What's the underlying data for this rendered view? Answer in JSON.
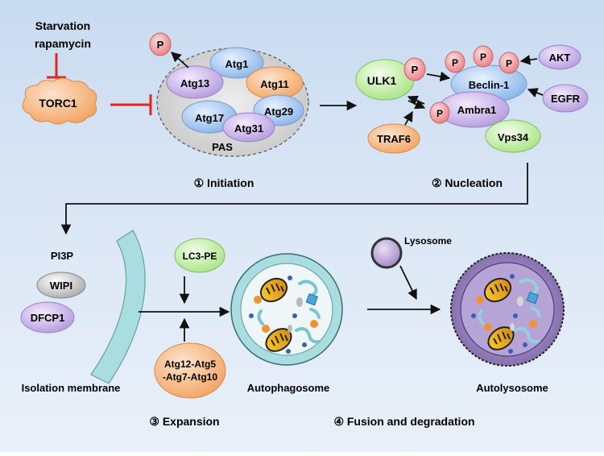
{
  "colors": {
    "background_top": "#c9dbf1",
    "inhibit_red": "#e0261f",
    "orange": "#f7b27a",
    "blue": "#aecdf4",
    "green": "#c9f2b1",
    "purple": "#cfb9ee",
    "pink_p": "#f19a9e",
    "gray": "#cfcfcf",
    "membrane": "#a9dde0",
    "autolysosome": "#7b65a6"
  },
  "stimuli": {
    "line1": "Starvation",
    "line2": "rapamycin"
  },
  "torc1": "TORC1",
  "phospho": "P",
  "pas": {
    "label": "PAS",
    "atg1": "Atg1",
    "atg13": "Atg13",
    "atg11": "Atg11",
    "atg17": "Atg17",
    "atg29": "Atg29",
    "atg31": "Atg31"
  },
  "nucleation": {
    "ulk1": "ULK1",
    "beclin1": "Beclin-1",
    "ambra1": "Ambra1",
    "vps34": "Vps34",
    "akt": "AKT",
    "egfr": "EGFR",
    "traf6": "TRAF6"
  },
  "expansion": {
    "pi3p": "PI3P",
    "wipi": "WIPI",
    "dfcp1": "DFCP1",
    "isolation_membrane": "Isolation membrane",
    "lc3pe": "LC3-PE",
    "atg_conj_line1": "Atg12-Atg5",
    "atg_conj_line2": "-Atg7-Atg10"
  },
  "vesicles": {
    "autophagosome": "Autophagosome",
    "lysosome": "Lysosome",
    "autolysosome": "Autolysosome"
  },
  "steps": {
    "s1": "① Initiation",
    "s2": "② Nucleation",
    "s3": "③ Expansion",
    "s4": "④ Fusion and degradation"
  }
}
